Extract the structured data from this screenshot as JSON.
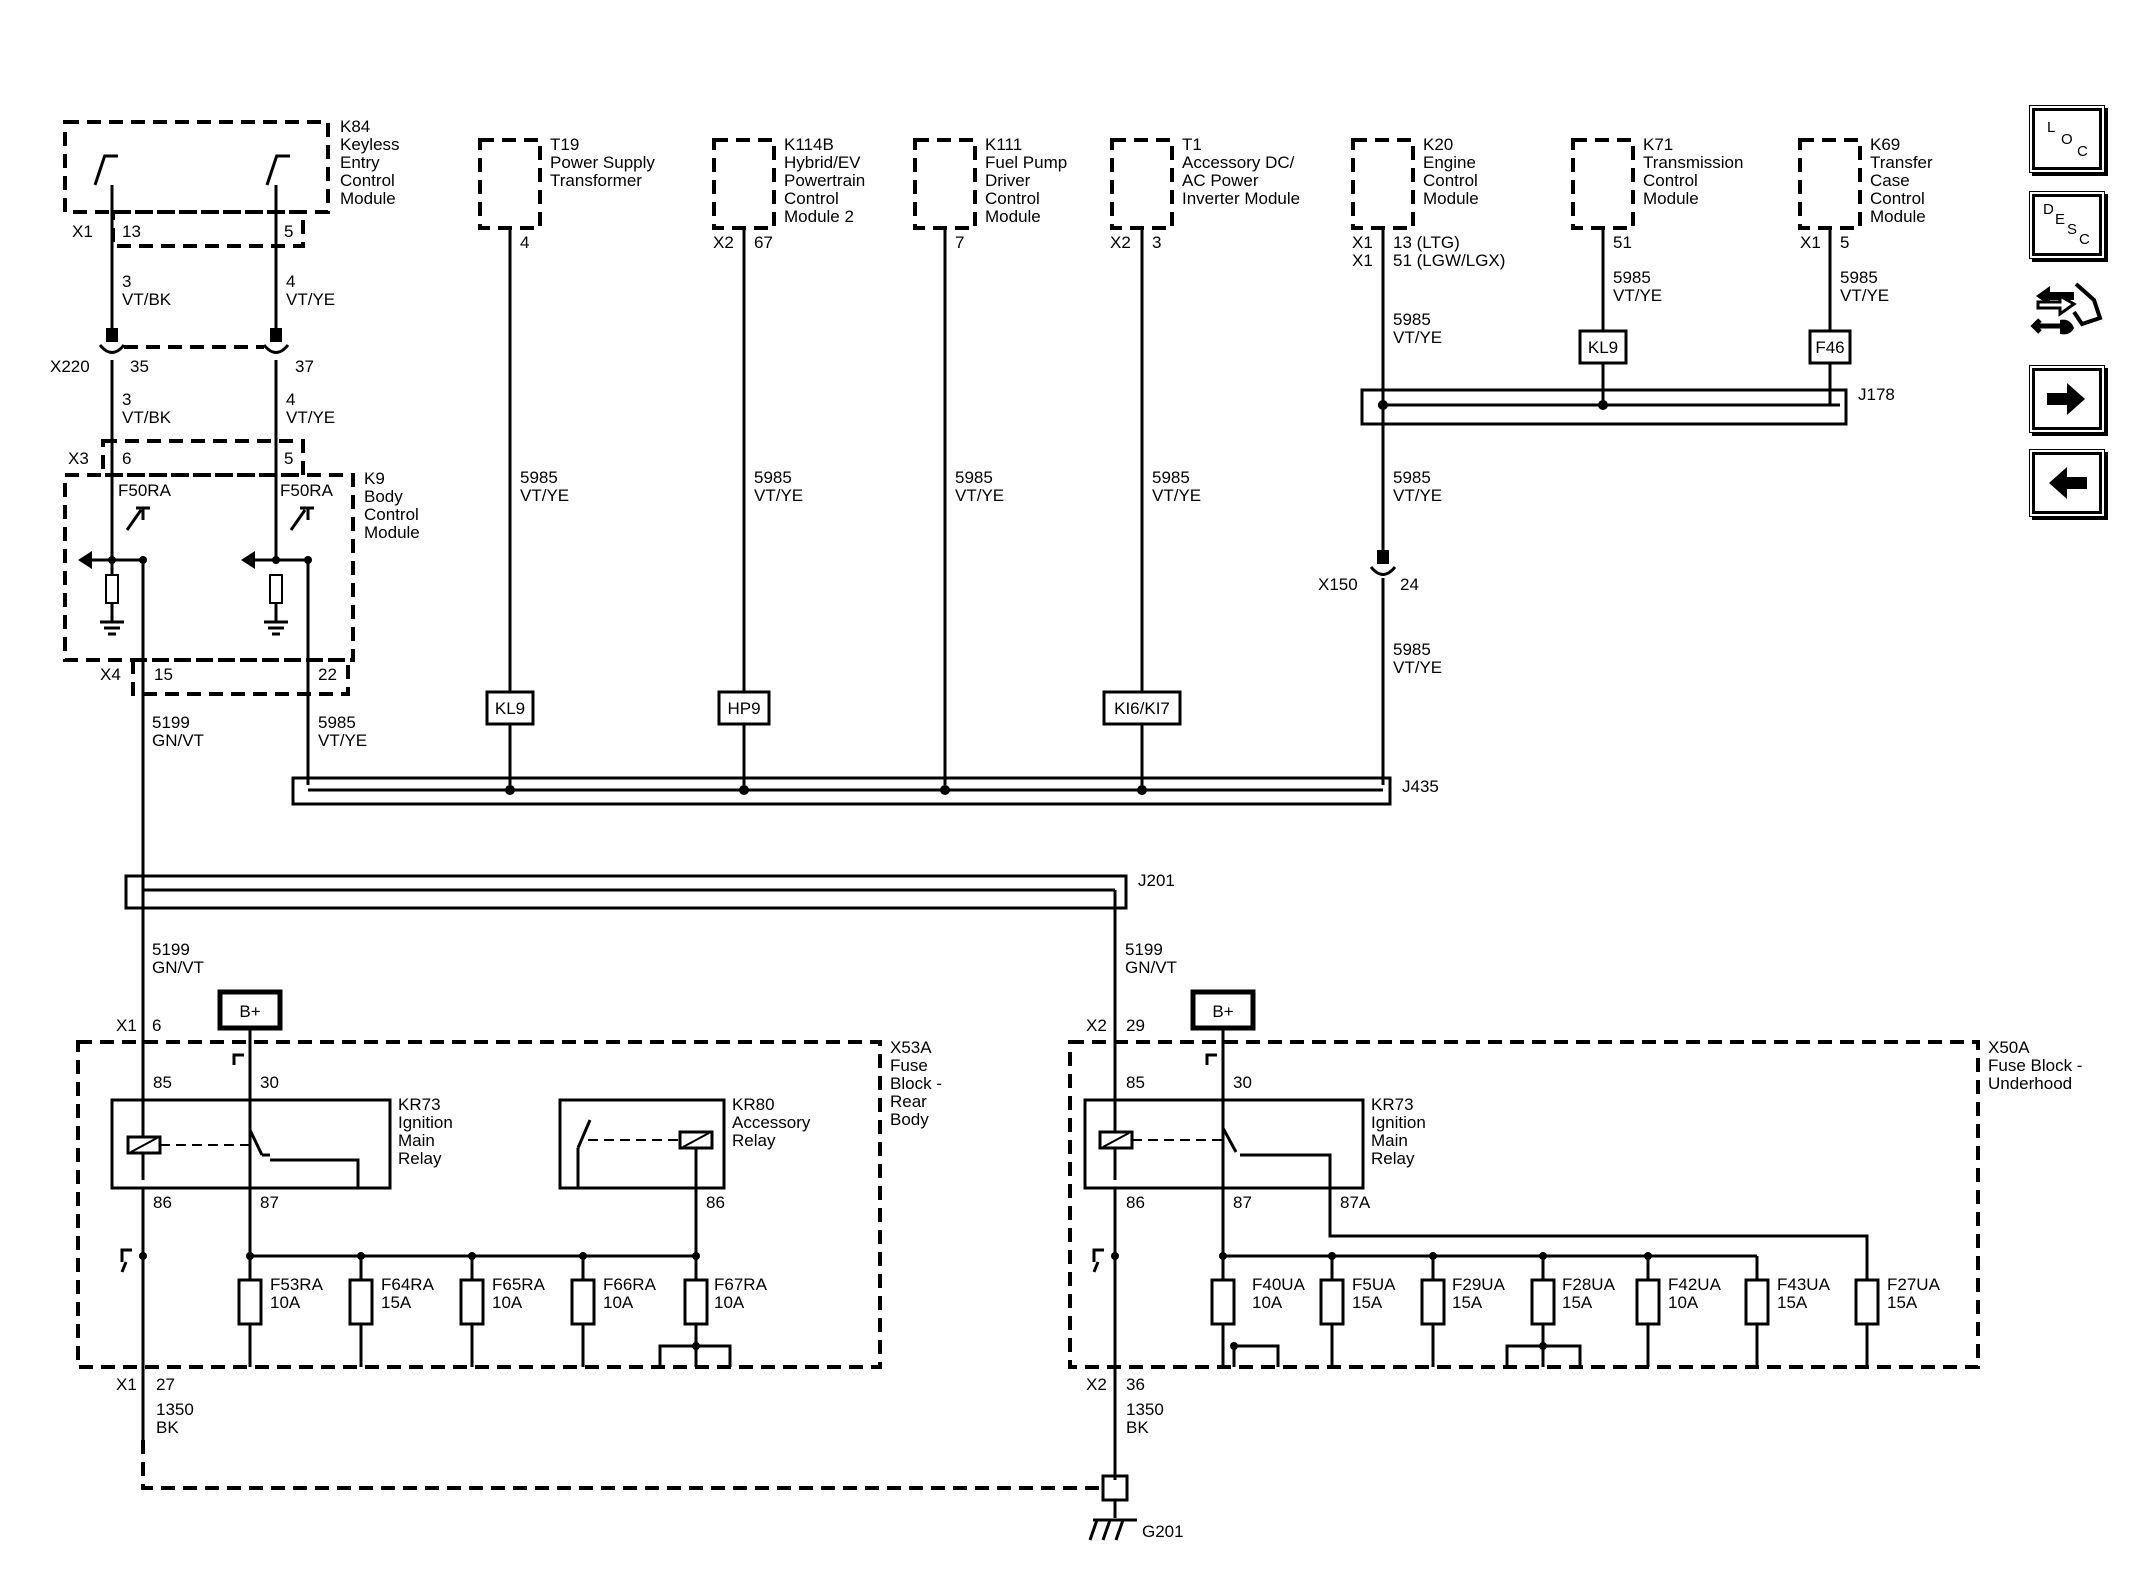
{
  "modules": {
    "k84": {
      "id": "K84",
      "lines": [
        "Keyless",
        "Entry",
        "Control",
        "Module"
      ],
      "conn": "X1",
      "pin_a": "13",
      "pin_b": "5"
    },
    "t19": {
      "id": "T19",
      "lines": [
        "Power Supply",
        "Transformer"
      ],
      "pin": "4"
    },
    "k114b": {
      "id": "K114B",
      "lines": [
        "Hybrid/EV",
        "Powertrain",
        "Control",
        "Module 2"
      ],
      "conn": "X2",
      "pin": "67"
    },
    "k111": {
      "id": "K111",
      "lines": [
        "Fuel Pump",
        "Driver",
        "Control",
        "Module"
      ],
      "pin": "7"
    },
    "t1": {
      "id": "T1",
      "lines": [
        "Accessory DC/",
        "AC Power",
        "Inverter Module"
      ],
      "conn": "X2",
      "pin": "3"
    },
    "k20": {
      "id": "K20",
      "lines": [
        "Engine",
        "Control",
        "Module"
      ],
      "conn": "X1",
      "pin_a": "13 (LTG)",
      "pin_b": "51 (LGW/LGX)"
    },
    "k71": {
      "id": "K71",
      "lines": [
        "Transmission",
        "Control",
        "Module"
      ],
      "pin": "51"
    },
    "k69": {
      "id": "K69",
      "lines": [
        "Transfer",
        "Case",
        "Control",
        "Module"
      ],
      "conn": "X1",
      "pin": "5"
    },
    "k9": {
      "id": "K9",
      "lines": [
        "Body",
        "Control",
        "Module"
      ],
      "conn_top": "X3",
      "pin_a": "6",
      "pin_b": "5",
      "conn_bottom": "X4",
      "pin_c": "15",
      "pin_d": "22",
      "fuse": "F50RA"
    }
  },
  "wires": {
    "w3vtbk": {
      "circuit": "3",
      "color": "VT/BK"
    },
    "w4vtye": {
      "circuit": "4",
      "color": "VT/YE"
    },
    "w5985": {
      "circuit": "5985",
      "color": "VT/YE"
    },
    "w5199": {
      "circuit": "5199",
      "color": "GN/VT"
    },
    "w1350": {
      "circuit": "1350",
      "color": "BK"
    }
  },
  "connectors": {
    "x220": {
      "id": "X220",
      "pin_a": "35",
      "pin_b": "37"
    },
    "x150": {
      "id": "X150",
      "pin": "24"
    }
  },
  "splices": {
    "j178": "J178",
    "j435": "J435",
    "j201": "J201"
  },
  "tags": {
    "kl9": "KL9",
    "hp9": "HP9",
    "ki6ki7": "KI6/KI7",
    "f46": "F46",
    "bplus": "B+"
  },
  "fuse_block_rear": {
    "id": "X53A",
    "lines": [
      "Fuse",
      "Block -",
      "Rear",
      "Body"
    ],
    "conn_top": "X1",
    "pin_top": "6",
    "conn_bottom": "X1",
    "pin_bottom": "27",
    "relay_main": {
      "id": "KR73",
      "lines": [
        "Ignition",
        "Main",
        "Relay"
      ],
      "p85": "85",
      "p30": "30",
      "p86": "86",
      "p87": "87"
    },
    "relay_acc": {
      "id": "KR80",
      "lines": [
        "Accessory",
        "Relay"
      ],
      "p86": "86"
    },
    "fuses": [
      {
        "id": "F53RA",
        "rating": "10A"
      },
      {
        "id": "F64RA",
        "rating": "15A"
      },
      {
        "id": "F65RA",
        "rating": "10A"
      },
      {
        "id": "F66RA",
        "rating": "10A"
      },
      {
        "id": "F67RA",
        "rating": "10A"
      }
    ]
  },
  "fuse_block_underhood": {
    "id": "X50A",
    "lines": [
      "Fuse Block -",
      "Underhood"
    ],
    "conn_top": "X2",
    "pin_top": "29",
    "conn_bottom": "X2",
    "pin_bottom": "36",
    "relay_main": {
      "id": "KR73",
      "lines": [
        "Ignition",
        "Main",
        "Relay"
      ],
      "p85": "85",
      "p30": "30",
      "p86": "86",
      "p87": "87",
      "p87a": "87A"
    },
    "fuses": [
      {
        "id": "F40UA",
        "rating": "10A"
      },
      {
        "id": "F5UA",
        "rating": "15A"
      },
      {
        "id": "F29UA",
        "rating": "15A"
      },
      {
        "id": "F28UA",
        "rating": "15A"
      },
      {
        "id": "F42UA",
        "rating": "10A"
      },
      {
        "id": "F43UA",
        "rating": "15A"
      },
      {
        "id": "F27UA",
        "rating": "15A"
      }
    ]
  },
  "ground": {
    "id": "G201"
  },
  "nav": {
    "loc": [
      "L",
      "O",
      "C"
    ],
    "desc": [
      "D",
      "E",
      "S",
      "C"
    ]
  },
  "icons": {
    "tool": "connector-repair-icon",
    "next": "arrow-right-icon",
    "prev": "arrow-left-icon"
  }
}
